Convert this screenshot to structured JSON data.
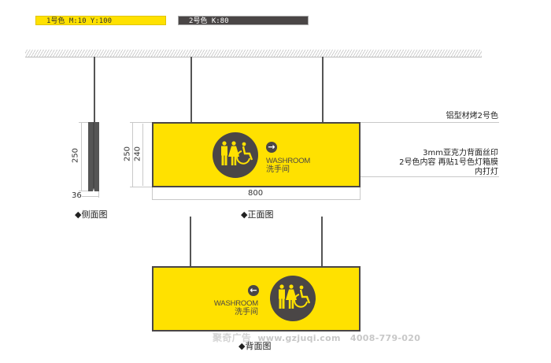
{
  "color_legend": {
    "color1": {
      "label": "1号色 M:10 Y:100",
      "bg": "#ffe100",
      "fg": "#333333"
    },
    "color2": {
      "label": "2号色 K:80",
      "bg": "#4a4646",
      "fg": "#ffffff"
    }
  },
  "colors": {
    "sign_yellow": "#ffe100",
    "sign_dark": "#4a4646",
    "dim_line": "#c9c9c9"
  },
  "side_view": {
    "caption": "◆侧面图",
    "height_dim": "250",
    "depth_dim": "36"
  },
  "front_view": {
    "caption": "◆正面图",
    "outer_height_dim": "250",
    "inner_height_dim": "240",
    "width_dim": "800",
    "arrow_icon": "arrow-right",
    "label_en": "WASHROOM",
    "label_cn": "洗手间",
    "pictograms": [
      "man-icon",
      "woman-icon",
      "wheelchair-icon"
    ]
  },
  "back_view": {
    "caption": "◆背面图",
    "arrow_icon": "arrow-left",
    "label_en": "WASHROOM",
    "label_cn": "洗手间",
    "pictograms": [
      "man-icon",
      "woman-icon",
      "wheelchair-icon"
    ]
  },
  "annotations": {
    "frame_note": "铝型材烤2号色",
    "face_note_line1": "3mm亚克力背面丝印",
    "face_note_line2": "2号色内容  再贴1号色灯箱膜",
    "face_note_line3": "内打灯"
  },
  "watermark": {
    "brand": "聚奇广告",
    "url": "www.gzjuqi.com",
    "phone": "4008-779-020"
  }
}
